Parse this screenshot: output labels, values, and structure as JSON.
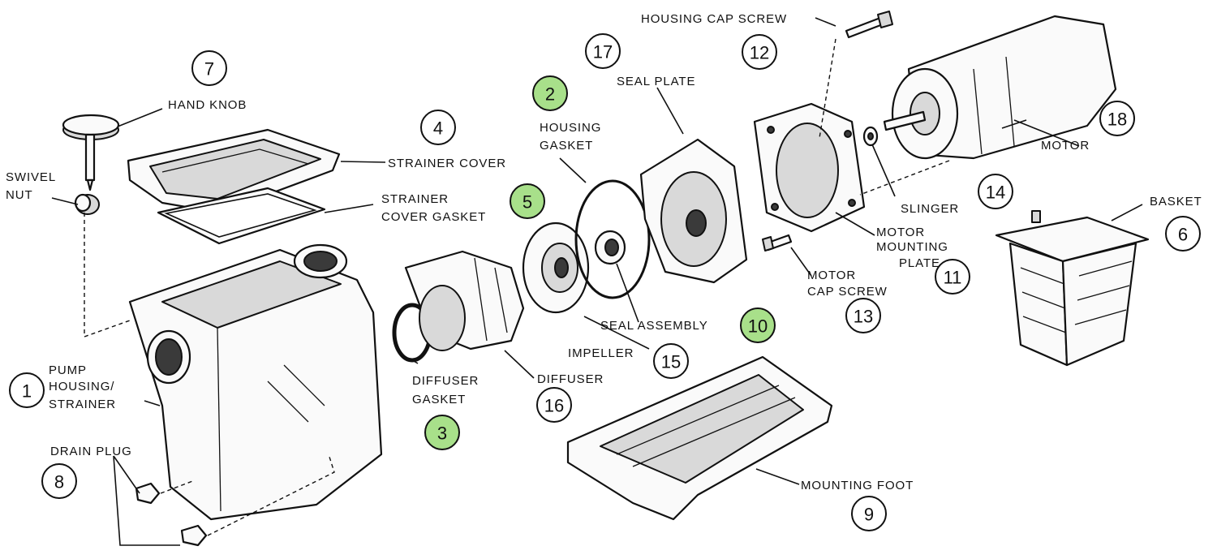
{
  "labels": {
    "housing_cap_screw": "HOUSING CAP SCREW",
    "seal_plate": "SEAL PLATE",
    "hand_knob": "HAND KNOB",
    "housing": "HOUSING",
    "gasket": "GASKET",
    "motor": "MOTOR",
    "strainer_cover": "STRAINER COVER",
    "swivel": "SWIVEL",
    "nut": "NUT",
    "strainer": "STRAINER",
    "cover_gasket": "COVER GASKET",
    "slinger": "SLINGER",
    "basket": "BASKET",
    "motor_l1": "MOTOR",
    "mounting": "MOUNTING",
    "plate": "PLATE",
    "motor_cap": "MOTOR",
    "cap_screw": "CAP SCREW",
    "seal_assembly": "SEAL ASSEMBLY",
    "impeller": "IMPELLER",
    "pump": "PUMP",
    "housing_slash": "HOUSING/",
    "strainer_l3": "STRAINER",
    "diffuser_gasket_l1": "DIFFUSER",
    "diffuser_gasket_l2": "GASKET",
    "diffuser": "DIFFUSER",
    "drain_plug": "DRAIN PLUG",
    "mounting_foot": "MOUNTING FOOT"
  },
  "numbers": {
    "n1": "1",
    "n2": "2",
    "n3": "3",
    "n4": "4",
    "n5": "5",
    "n6": "6",
    "n7": "7",
    "n8": "8",
    "n9": "9",
    "n10": "10",
    "n11": "11",
    "n12": "12",
    "n13": "13",
    "n14": "14",
    "n15": "15",
    "n16": "16",
    "n17": "17",
    "n18": "18"
  },
  "colors": {
    "highlight": "#a8e08a",
    "plain": "#ffffff"
  },
  "highlighted_numbers": [
    "2",
    "3",
    "5",
    "10"
  ]
}
